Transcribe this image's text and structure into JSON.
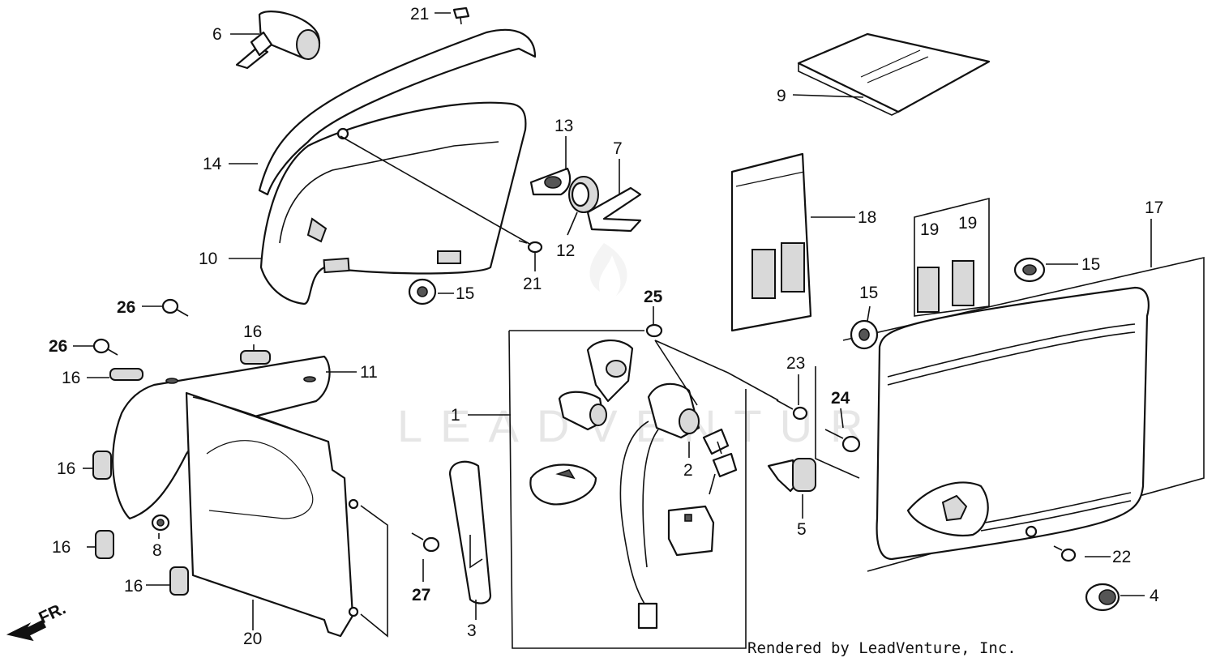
{
  "diagram": {
    "callouts": [
      {
        "id": "c1",
        "text": "1"
      },
      {
        "id": "c2",
        "text": "2"
      },
      {
        "id": "c3",
        "text": "3"
      },
      {
        "id": "c4",
        "text": "4"
      },
      {
        "id": "c5",
        "text": "5"
      },
      {
        "id": "c6",
        "text": "6"
      },
      {
        "id": "c7",
        "text": "7"
      },
      {
        "id": "c8",
        "text": "8"
      },
      {
        "id": "c9",
        "text": "9"
      },
      {
        "id": "c10",
        "text": "10"
      },
      {
        "id": "c11",
        "text": "11"
      },
      {
        "id": "c12",
        "text": "12"
      },
      {
        "id": "c13",
        "text": "13"
      },
      {
        "id": "c14",
        "text": "14"
      },
      {
        "id": "c15a",
        "text": "15"
      },
      {
        "id": "c15b",
        "text": "15"
      },
      {
        "id": "c15c",
        "text": "15"
      },
      {
        "id": "c16a",
        "text": "16"
      },
      {
        "id": "c16b",
        "text": "16"
      },
      {
        "id": "c16c",
        "text": "16"
      },
      {
        "id": "c16d",
        "text": "16"
      },
      {
        "id": "c16e",
        "text": "16"
      },
      {
        "id": "c17",
        "text": "17"
      },
      {
        "id": "c18",
        "text": "18"
      },
      {
        "id": "c19a",
        "text": "19"
      },
      {
        "id": "c19b",
        "text": "19"
      },
      {
        "id": "c20",
        "text": "20"
      },
      {
        "id": "c21a",
        "text": "21"
      },
      {
        "id": "c21b",
        "text": "21"
      },
      {
        "id": "c22",
        "text": "22"
      },
      {
        "id": "c23",
        "text": "23"
      },
      {
        "id": "c24",
        "text": "24"
      },
      {
        "id": "c25",
        "text": "25"
      },
      {
        "id": "c26a",
        "text": "26"
      },
      {
        "id": "c26b",
        "text": "26"
      },
      {
        "id": "c27",
        "text": "27"
      }
    ],
    "front_marker": "FR.",
    "watermark": "LEADVENTURE",
    "credit": "Rendered by LeadVenture, Inc."
  }
}
